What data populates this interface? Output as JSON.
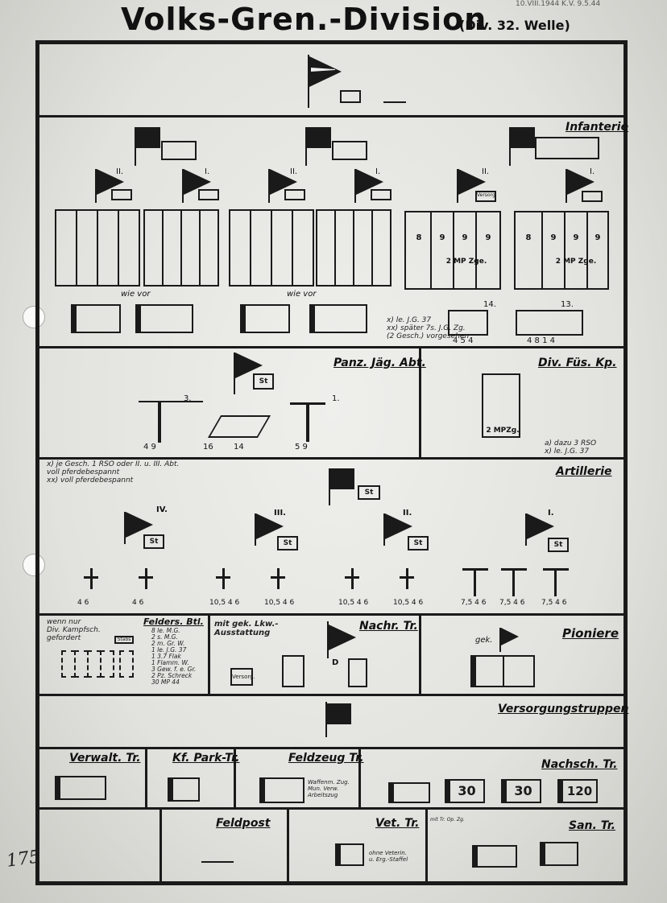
{
  "header": {
    "title": "Volks-Gren.-Division",
    "subtitle": "(Div. 32. Welle)",
    "stamp": "10.VIII.1944 K.V. 9.5.44"
  },
  "margin_number": "175",
  "sections": {
    "infanterie": "Infanterie",
    "panz": "Panz. Jäg. Abt.",
    "divfus": "Div. Füs. Kp.",
    "artillerie": "Artillerie",
    "felders": "Felders. Btl.",
    "nachr": "Nachr. Tr.",
    "pioniere": "Pioniere",
    "versorgung": "Versorgungstruppen",
    "verwalt": "Verwalt. Tr.",
    "kfpark": "Kf. Park-Tr.",
    "feldzeug": "Feldzeug Tr.",
    "nachsch": "Nachsch. Tr.",
    "feldpost": "Feldpost",
    "vet": "Vet. Tr.",
    "san": "San. Tr."
  },
  "labels": {
    "wie_vor_1": "wie vor",
    "wie_vor_2": "wie vor",
    "inf_note": "x) le. J.G. 37\nxx) später 7s. J.G. Zg.\n(2 Gesch.) vorgesehen",
    "panz_note": "x) je Gesch. 1 RSO oder II. u. III. Abt.\nvoll pferdebespannt\nxx) voll pferdebespannt",
    "divfus_note": "a) dazu 3 RSO\nx) le. J.G. 37",
    "felders_note": "wenn nur\nDiv. Kampfsch.\ngefordert",
    "felders_list": "8 le. M.G.\n2 s. M.G.\n2 m. Gr. W.\n1 le. J.G. 37\n1 3.7 Flak\n1 Flamm. W.\n3 Gew. f. e. Gr.\n2 Pz. Schreck\n30 MP 44",
    "nachr_note": "mit gek. Lkw.-\nAusstattung",
    "feldzeug_note": "Waffenm. Zug.\nMun. Verw.\nArbeitszug",
    "vet_note": "ohne Veterin.\nu. Erg.-Staffel",
    "san_note": "mit Tr. Op. Zg.",
    "versorg": "Versorg.",
    "st": "St",
    "gek": "gek.",
    "mp_zge": "2 MP Zge.",
    "mpzg": "2 MPZg.",
    "val_30a": "30",
    "val_30b": "30",
    "val_120": "120",
    "n_inf_14": "14.",
    "n_inf_13": "13.",
    "n_inf_a": "4  5 4",
    "n_inf_b": "4  8 1 4",
    "n_panz_3": "3.",
    "n_panz_1": "1.",
    "n_panz_a": "4  9",
    "n_panz_b": "16",
    "n_panz_c": "14",
    "n_panz_d": "5  9",
    "n_art_iv": "IV.",
    "n_art_iii": "III.",
    "n_art_ii": "II.",
    "n_art_i": "I.",
    "art_guns": [
      "4 6",
      "4 6",
      "10,5 4 6",
      "10,5 4 6",
      "10,5 4 6",
      "10,5 4 6",
      "7,5 4 6",
      "7,5 4 6",
      "7,5 4 6"
    ],
    "n_ii": "II.",
    "n_i": "I.",
    "stabs": "Stabs",
    "d": "D"
  },
  "colors": {
    "ink": "#1a1a1a",
    "paper": "#e9e9e6"
  }
}
